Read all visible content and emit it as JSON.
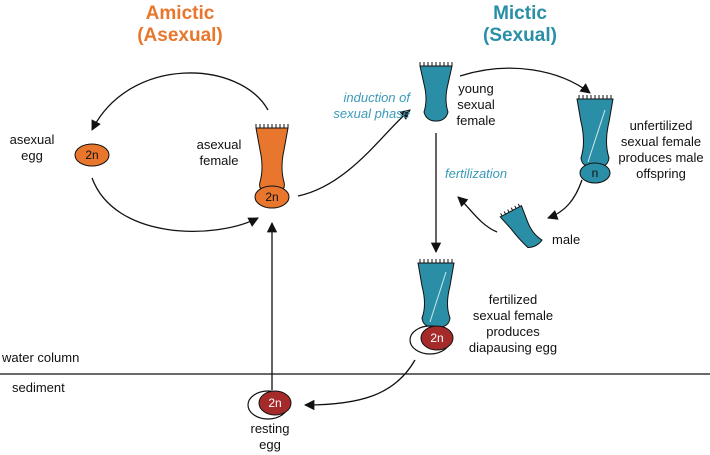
{
  "headings": {
    "amictic": "Amictic",
    "amictic_sub": "(Asexual)",
    "mictic": "Mictic",
    "mictic_sub": "(Sexual)"
  },
  "labels": {
    "asexual_egg_1": "asexual",
    "asexual_egg_2": "egg",
    "asexual_female_1": "asexual",
    "asexual_female_2": "female",
    "young_sexual_female_1": "young",
    "young_sexual_female_2": "sexual",
    "young_sexual_female_3": "female",
    "unfertilized_1": "unfertilized",
    "unfertilized_2": "sexual female",
    "unfertilized_3": "produces male",
    "unfertilized_4": "offspring",
    "male": "male",
    "fertilized_1": "fertilized",
    "fertilized_2": "sexual female",
    "fertilized_3": "produces",
    "fertilized_4": "diapausing egg",
    "water_column": "water column",
    "sediment": "sediment",
    "resting_egg_1": "resting",
    "resting_egg_2": "egg"
  },
  "process_labels": {
    "induction_1": "induction of",
    "induction_2": "sexual phase",
    "fertilization": "fertilization"
  },
  "egg_labels": {
    "two_n": "2n",
    "n": "n"
  },
  "colors": {
    "amictic_orange": "#e8762c",
    "mictic_teal": "#2a8fa6",
    "egg_red": "#a52a2a",
    "italic_teal": "#3a9ab8",
    "line": "#111111"
  }
}
